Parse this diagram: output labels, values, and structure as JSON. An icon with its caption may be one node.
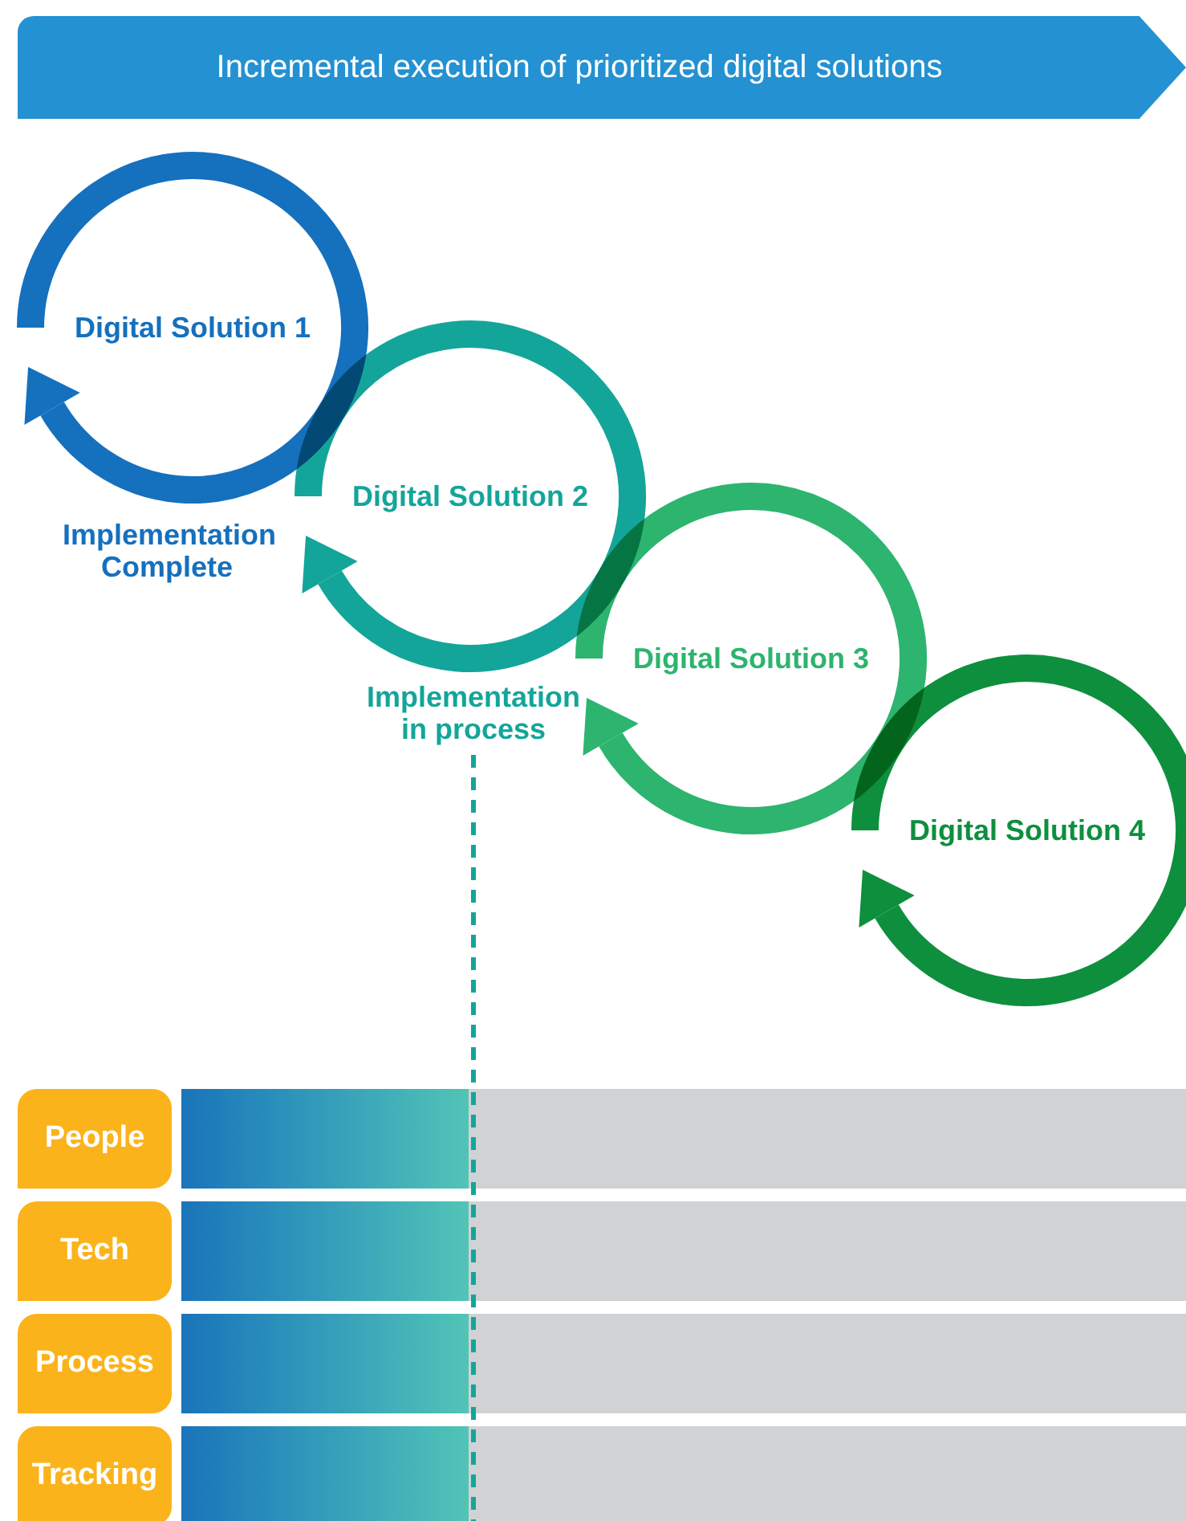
{
  "diagram": {
    "title": "Incremental execution of prioritized digital solutions",
    "nodes": [
      {
        "text": [
          "Digital Solution 1"
        ]
      },
      {
        "text": [
          "Digital Solution 2"
        ]
      },
      {
        "text": [
          "Digital Solution 3"
        ]
      },
      {
        "text": [
          "Digital Solution 4"
        ]
      },
      {
        "text": [
          "People"
        ]
      },
      {
        "text": [
          "Tech"
        ]
      },
      {
        "text": [
          "Process"
        ]
      },
      {
        "text": [
          "Tracking"
        ]
      },
      {
        "text": [
          "Implementation Complete"
        ]
      },
      {
        "text": [
          "Implementation in process"
        ]
      },
      {
        "text": [],
        "shape": "bar"
      },
      {
        "text": [],
        "shape": "bar"
      },
      {
        "text": [],
        "shape": "bar"
      },
      {
        "text": [],
        "shape": "bar"
      }
    ],
    "edges": [
      {
        "from": 9,
        "to": 13,
        "arrow": "none",
        "style": "dashed"
      }
    ]
  }
}
